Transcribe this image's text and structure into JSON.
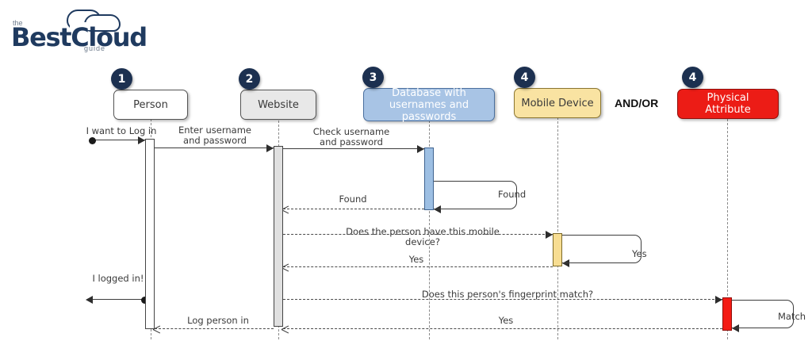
{
  "logo": {
    "the": "the",
    "word": "BestCloud",
    "guide": "guide"
  },
  "andor_label": "AND/OR",
  "participants": [
    {
      "number": "1",
      "label": "Person",
      "fill": "#ffffff",
      "text": "#3a3a3a",
      "border": "#555555",
      "act_fill": "#ffffff"
    },
    {
      "number": "2",
      "label": "Website",
      "fill": "#e8e8e8",
      "text": "#3a3a3a",
      "border": "#555555",
      "act_fill": "#e0e0e0"
    },
    {
      "number": "3",
      "label": "Database with usernames and passwords",
      "fill": "#a8c4e5",
      "text": "#ffffff",
      "border": "#4a6f9e",
      "act_fill": "#9dbfe3"
    },
    {
      "number": "4",
      "label": "Mobile Device",
      "fill": "#f9e3a2",
      "text": "#3a3a3a",
      "border": "#8a7530",
      "act_fill": "#f7dd92"
    },
    {
      "number": "4",
      "label": "Physical Attribute",
      "fill": "#ec1c16",
      "text": "#ffffff",
      "border": "#8f0f0b",
      "act_fill": "#f41b14"
    }
  ],
  "messages": [
    {
      "id": "m1",
      "text": "I want to Log in",
      "style": "solid",
      "dir": "right"
    },
    {
      "id": "m2",
      "text": "Enter username and password",
      "style": "solid",
      "dir": "right"
    },
    {
      "id": "m3",
      "text": "Check username and password",
      "style": "solid",
      "dir": "right"
    },
    {
      "id": "m4",
      "text": "Found",
      "style": "solid",
      "dir": "self"
    },
    {
      "id": "m5",
      "text": "Found",
      "style": "dash",
      "dir": "left"
    },
    {
      "id": "m6",
      "text": "Does the person have this mobile device?",
      "style": "dash",
      "dir": "right"
    },
    {
      "id": "m7",
      "text": "Yes",
      "style": "solid",
      "dir": "self"
    },
    {
      "id": "m8",
      "text": "Yes",
      "style": "dash",
      "dir": "left"
    },
    {
      "id": "m9",
      "text": "I logged in!",
      "style": "solid",
      "dir": "left"
    },
    {
      "id": "m10",
      "text": "Does this person's fingerprint match?",
      "style": "dash",
      "dir": "right"
    },
    {
      "id": "m11",
      "text": "Match",
      "style": "solid",
      "dir": "self"
    },
    {
      "id": "m12",
      "text": "Yes",
      "style": "dash",
      "dir": "left"
    },
    {
      "id": "m13",
      "text": "Log person in",
      "style": "dash",
      "dir": "left"
    }
  ]
}
